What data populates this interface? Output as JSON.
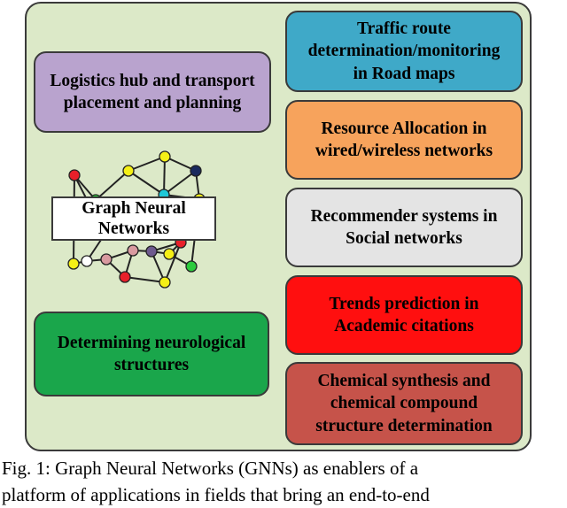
{
  "diagram": {
    "left_boxes": [
      {
        "id": "logistics",
        "lines": [
          "Logistics hub and transport",
          "placement and planning"
        ],
        "color": "#b9a3ce"
      },
      {
        "id": "neuro",
        "lines": [
          "Determining neurological",
          "structures"
        ],
        "color": "#1aa64b"
      }
    ],
    "right_boxes": [
      {
        "id": "traffic",
        "lines": [
          "Traffic route",
          "determination/monitoring",
          "in Road maps"
        ],
        "color": "#3fa9c8"
      },
      {
        "id": "resource",
        "lines": [
          "Resource Allocation in",
          "wired/wireless networks"
        ],
        "color": "#f7a35c"
      },
      {
        "id": "recommender",
        "lines": [
          "Recommender systems in",
          "Social networks"
        ],
        "color": "#e4e4e4"
      },
      {
        "id": "trends",
        "lines": [
          "Trends prediction in",
          "Academic citations"
        ],
        "color": "#ff0f0f"
      },
      {
        "id": "chemical",
        "lines": [
          "Chemical synthesis and",
          "chemical compound",
          "structure determination"
        ],
        "color": "#c6534a"
      }
    ],
    "center_label": [
      "Graph Neural",
      "Networks"
    ],
    "panel_color": "#dce9c8",
    "node_colors": {
      "red": "#e8202a",
      "yellow": "#f5f016",
      "green": "#2ccb3d",
      "navy": "#1a2a5e",
      "pink": "#d99aa0",
      "white": "#ffffff",
      "purple": "#6e5a8e",
      "cyan": "#1ec8d8"
    }
  },
  "caption": {
    "line1": "Fig. 1: Graph Neural Networks (GNNs) as enablers of a",
    "line2": "platform of applications in fields that bring an end-to-end"
  }
}
